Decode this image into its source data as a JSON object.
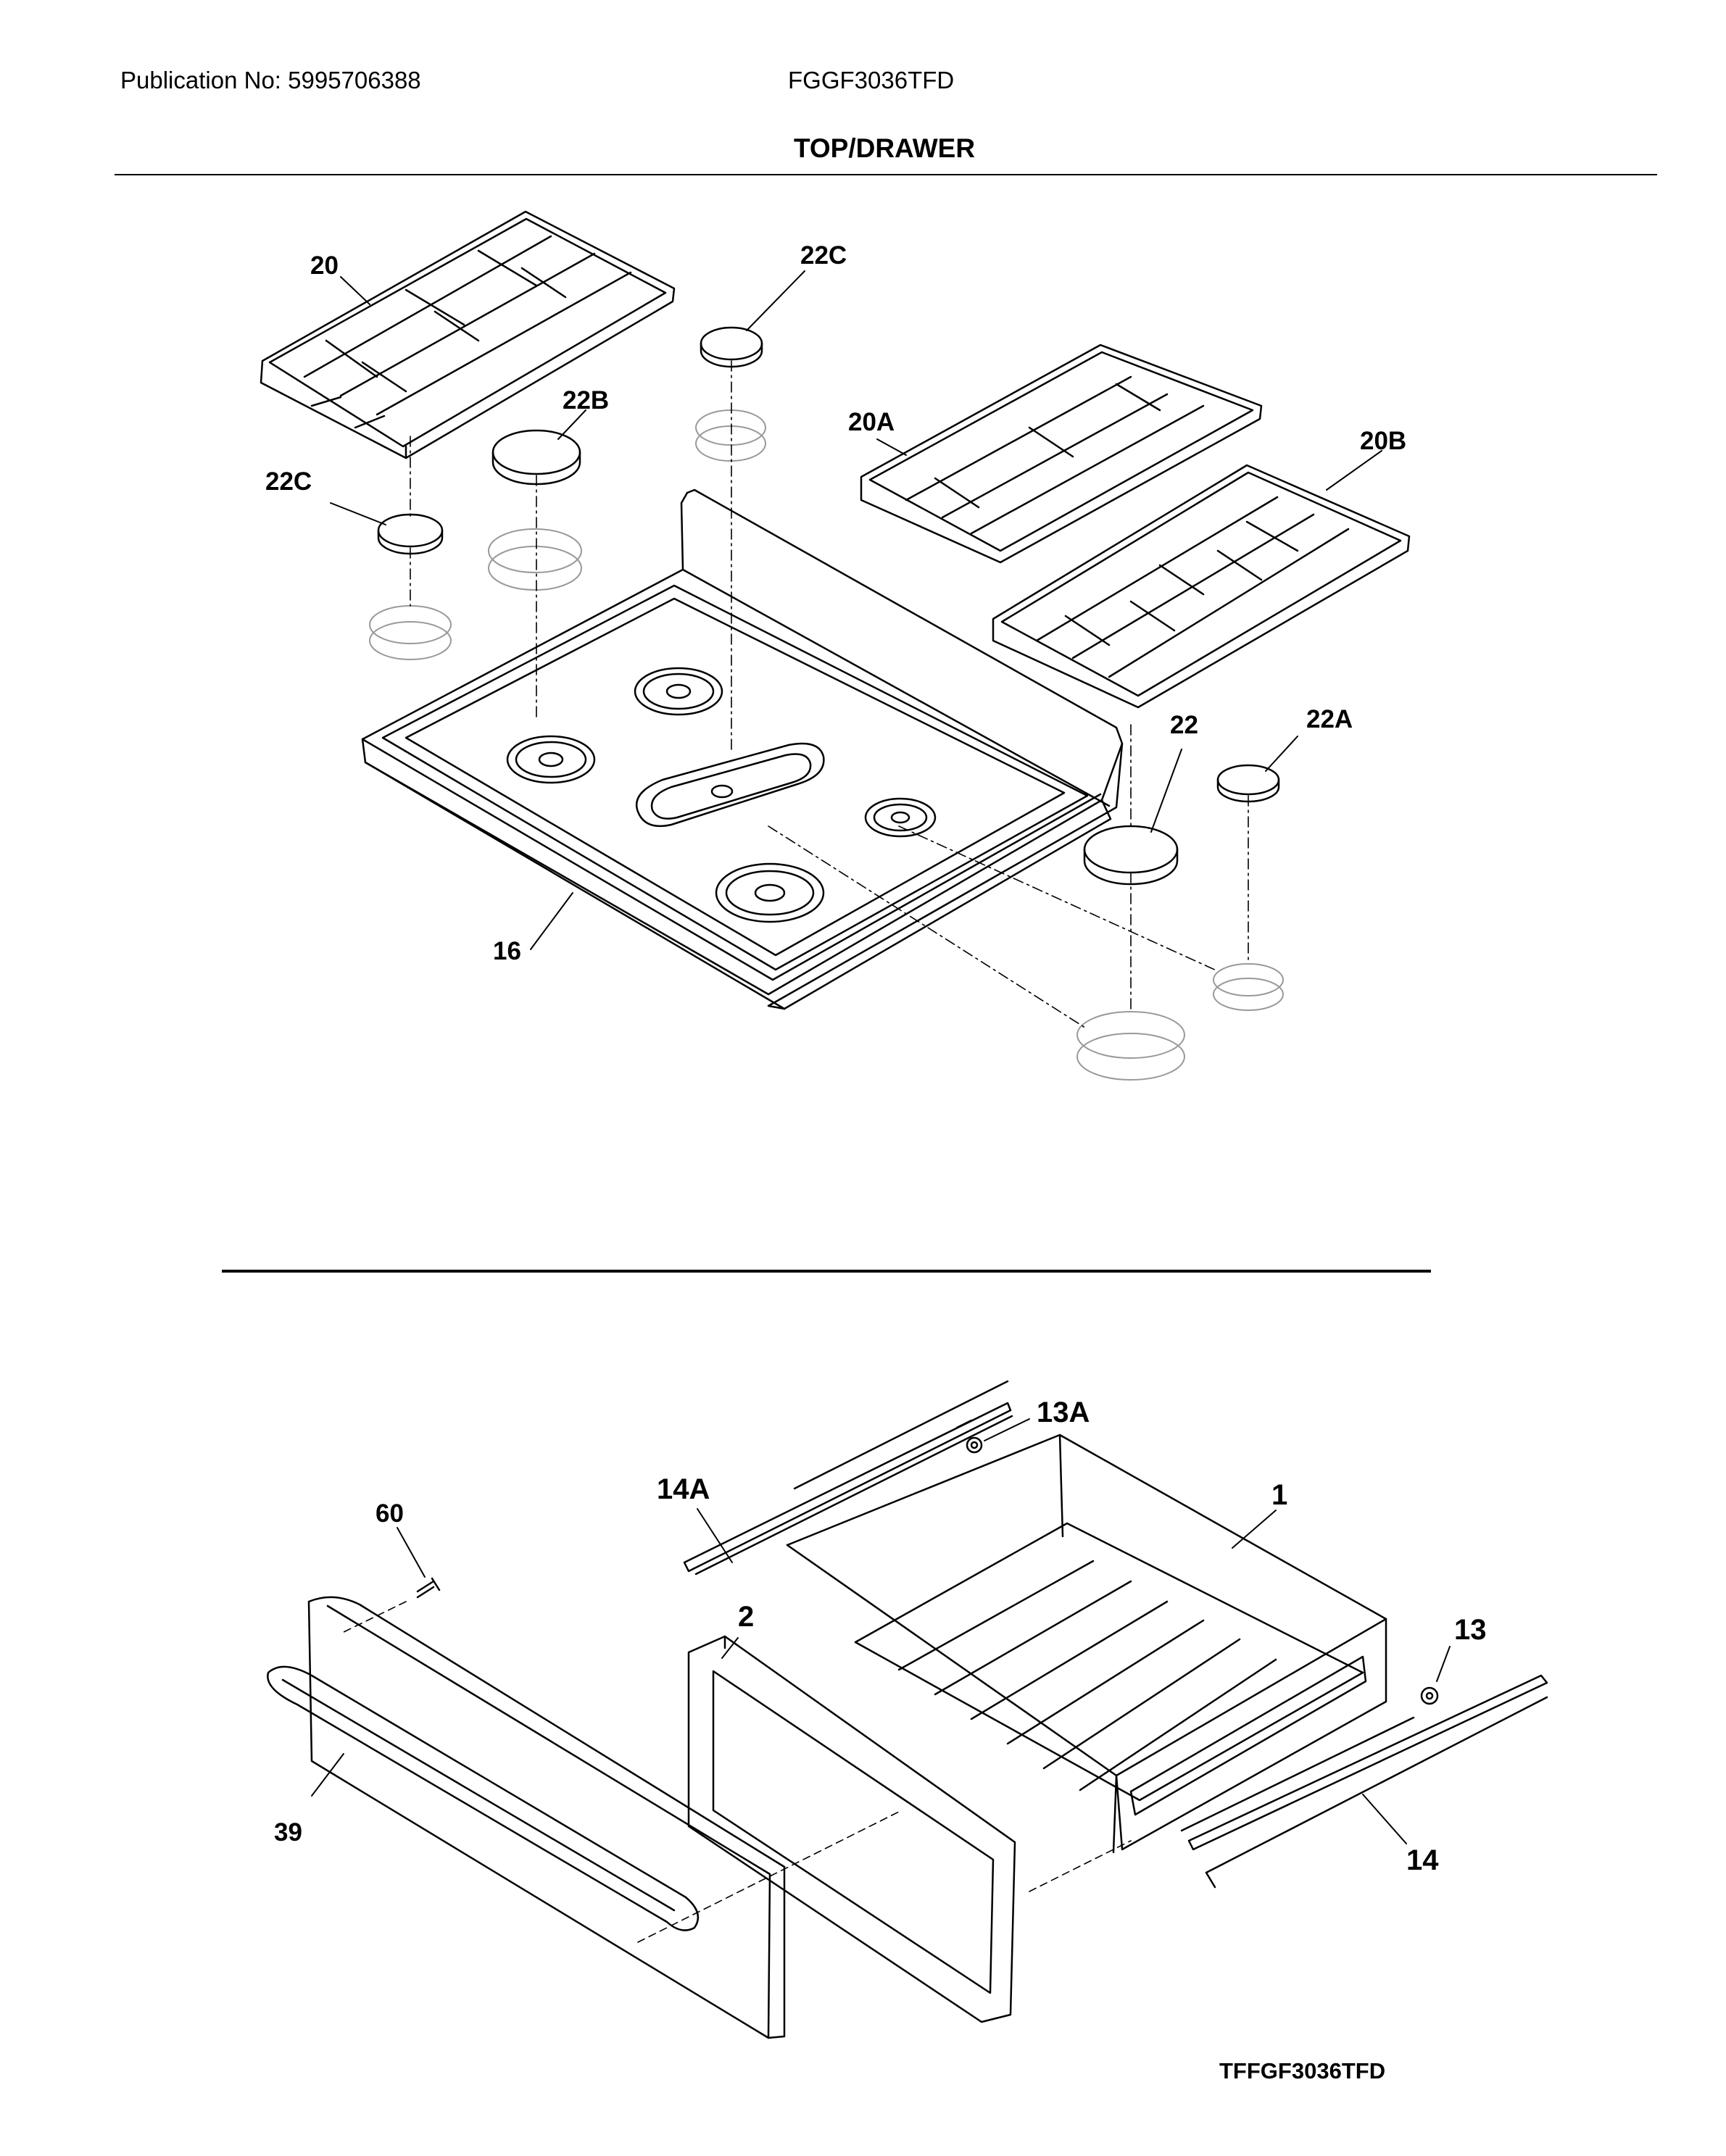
{
  "header": {
    "publication": "Publication No: 5995706388",
    "model": "FGGF3036TFD",
    "section_title": "TOP/DRAWER"
  },
  "callouts_top": {
    "c20": "20",
    "c22c_top": "22C",
    "c22b": "22B",
    "c22c_left": "22C",
    "c20a": "20A",
    "c20b": "20B",
    "c22": "22",
    "c22a": "22A",
    "c16": "16"
  },
  "callouts_bottom": {
    "c13a": "13A",
    "c14a": "14A",
    "c1": "1",
    "c60": "60",
    "c2": "2",
    "c13": "13",
    "c39": "39",
    "c14": "14"
  },
  "footer": {
    "diagram_code": "TFFGF3036TFD"
  }
}
